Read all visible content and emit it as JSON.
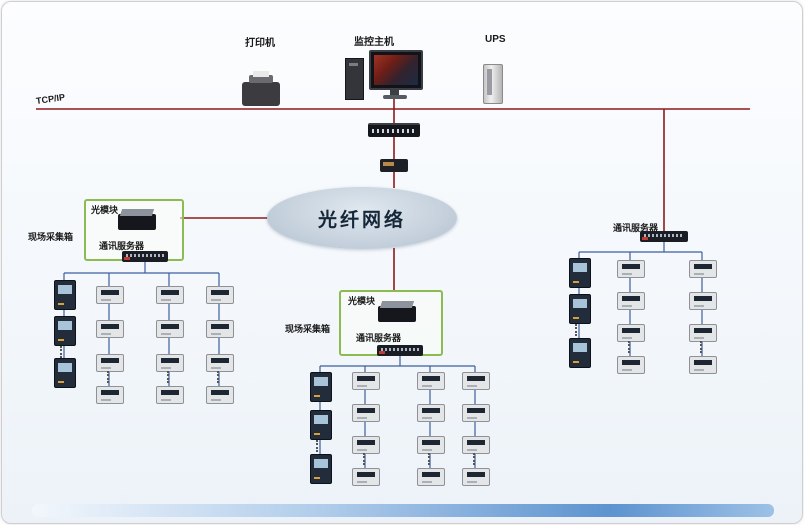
{
  "header_nodes": {
    "printer": "打印机",
    "monitor_host": "监控主机",
    "ups": "UPS"
  },
  "backbone": {
    "protocol_label": "TCP/IP",
    "fiber_cloud_label": "光纤网络"
  },
  "clusters": {
    "left": {
      "optical_module": "光模块",
      "comm_server": "通讯服务器",
      "field_box": "现场采集箱"
    },
    "middle": {
      "optical_module": "光模块",
      "comm_server": "通讯服务器",
      "field_box": "现场采集箱"
    },
    "right": {
      "comm_server": "通讯服务器"
    }
  },
  "colors": {
    "backbone_line": "#8f1a1a",
    "branch_line": "#3c5f9f",
    "cloud_fill": "#c3cfdb",
    "optical_box_border": "#8cbb52"
  }
}
